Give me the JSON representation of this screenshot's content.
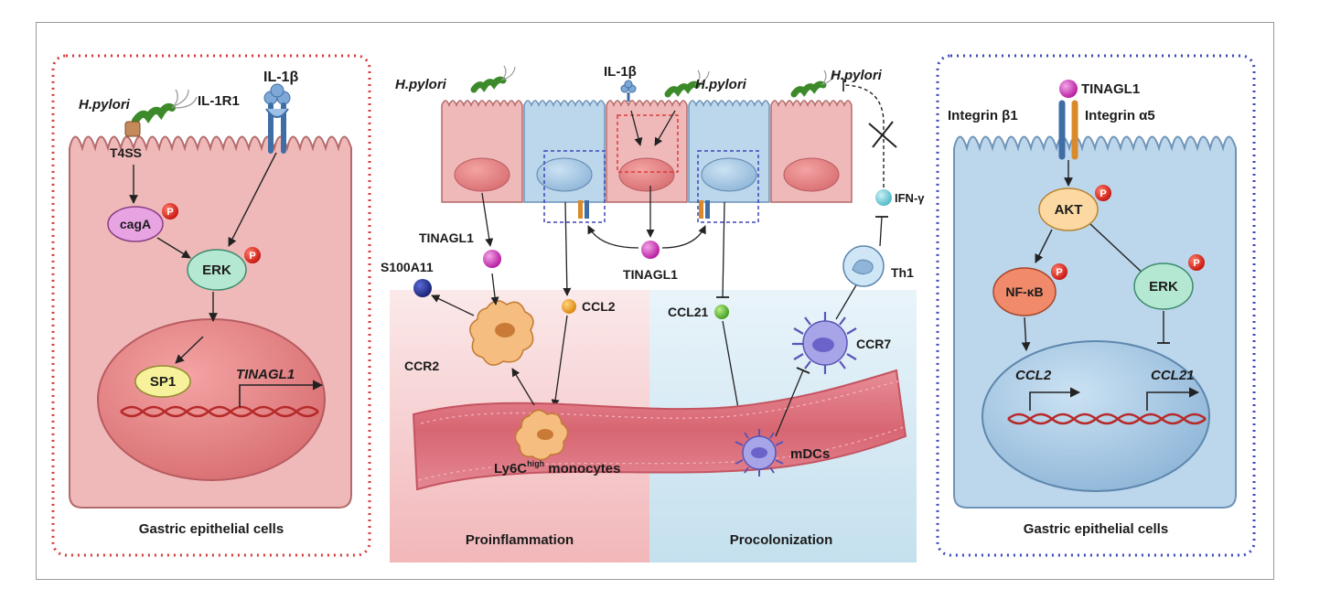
{
  "left_panel": {
    "caption": "Gastric epithelial cells",
    "hpylori": "H.pylori",
    "il1b": "IL-1β",
    "il1r1": "IL-1R1",
    "t4ss": "T4SS",
    "caga": "cagA",
    "erk": "ERK",
    "sp1": "SP1",
    "gene": "TINAGL1",
    "phospho": "P"
  },
  "center_panel": {
    "hpylori_1": "H.pylori",
    "hpylori_2": "H.pylori",
    "hpylori_3": "H.pylori",
    "il1b": "IL-1β",
    "tinagl1_left": "TINAGL1",
    "tinagl1_center": "TINAGL1",
    "s100a11": "S100A11",
    "ccr2": "CCR2",
    "ccl2": "CCL2",
    "ccl21": "CCL21",
    "ifng": "IFN-γ",
    "th1": "Th1",
    "ccr7": "CCR7",
    "monocytes_prefix": "Ly6C",
    "monocytes_sup": "high",
    "monocytes_suffix": " monocytes",
    "mdcs": "mDCs",
    "proinflammation": "Proinflammation",
    "procolonization": "Procolonization"
  },
  "right_panel": {
    "caption": "Gastric epithelial cells",
    "tinagl1": "TINAGL1",
    "integrin_b1": "Integrin β1",
    "integrin_a5": "Integrin α5",
    "akt": "AKT",
    "nfkb": "NF-κB",
    "erk": "ERK",
    "gene_ccl2": "CCL2",
    "gene_ccl21": "CCL21",
    "phospho": "P"
  },
  "colors": {
    "pink_cell": "#f0b9b9",
    "blue_cell": "#bcd6ec",
    "red_dots": "#d93b3b",
    "blue_dots": "#3d47b8",
    "vessel": "#dc6e7c"
  }
}
